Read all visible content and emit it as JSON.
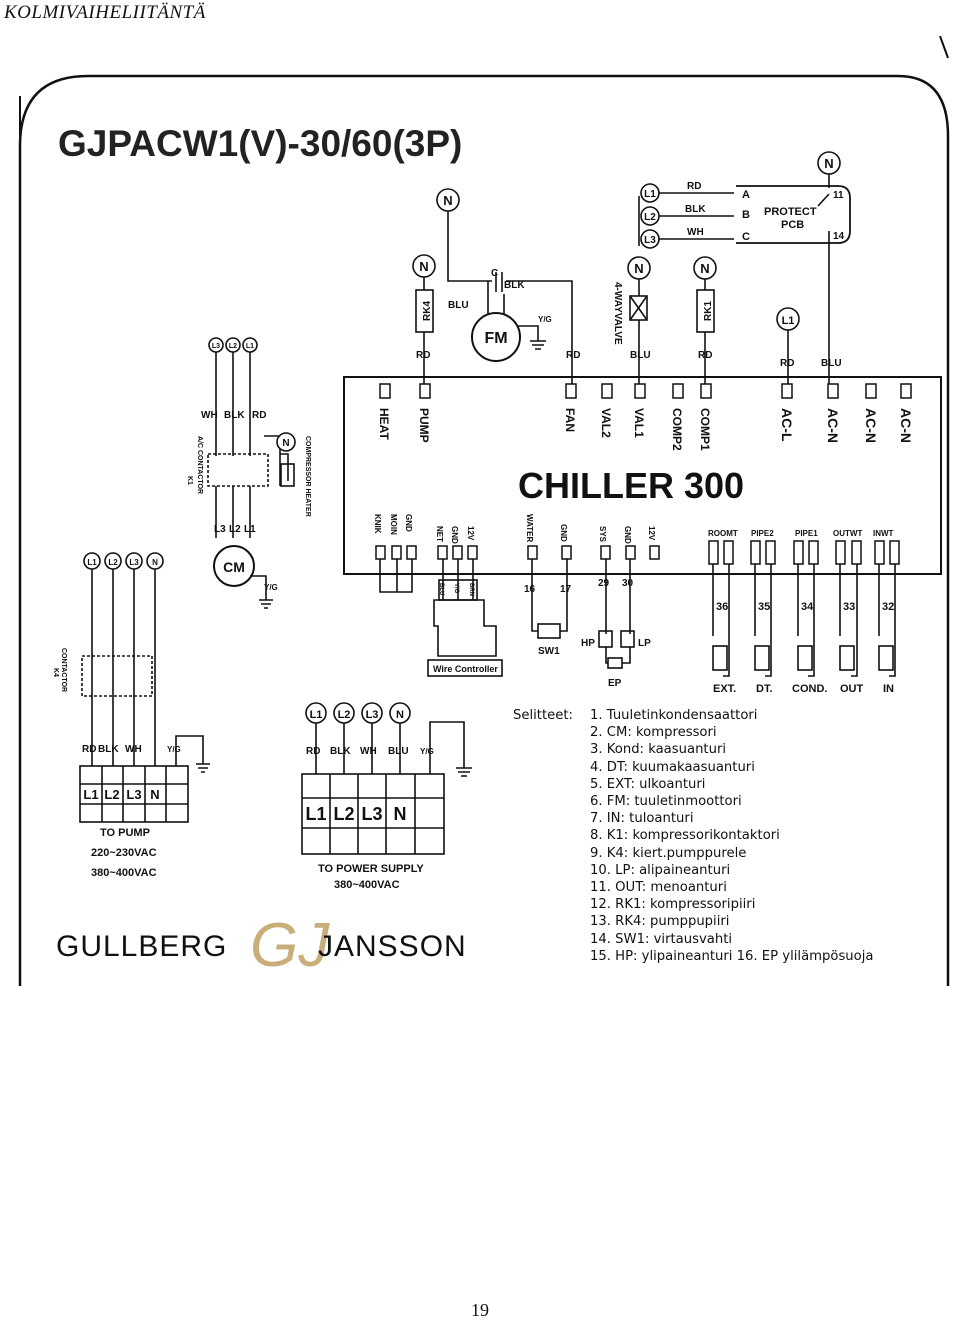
{
  "page": {
    "header": "KOLMIVAIHELIITÄNTÄ",
    "page_number": "19"
  },
  "diagram": {
    "title": "GJPACW1(V)-30/60(3P)",
    "controller": "CHILLER 300",
    "wire_controller": "Wire Controller",
    "brand": "GULLBERG",
    "brand2": "JANSSON",
    "brand_mark": "GJ",
    "top_terminals": [
      "HEAT",
      "PUMP",
      "FAN",
      "VAL2",
      "VAL1",
      "COMP2",
      "COMP1",
      "AC-L",
      "AC-N",
      "AC-N",
      "AC-N"
    ],
    "bottom_left_terminals": [
      "KNIK",
      "MOIN",
      "GND",
      "NET",
      "GND",
      "12V",
      "WATER",
      "GND",
      "SYS",
      "GND",
      "12V"
    ],
    "bottom_right_terminals": [
      "ROOMT",
      "PIPE2",
      "PIPE1",
      "OUTWT",
      "INWT"
    ],
    "sensor_numbers": [
      "36",
      "35",
      "34",
      "33",
      "32"
    ],
    "sensor_labels": [
      "EXT.",
      "DT.",
      "COND.",
      "OUT",
      "IN"
    ],
    "port_numbers": [
      "16",
      "17",
      "29",
      "30"
    ],
    "wire_colors": {
      "rd": "RD",
      "blk": "BLK",
      "wh": "WH",
      "blu": "BLU",
      "yg": "Y/G",
      "brn": "BRN"
    },
    "phases": {
      "l1": "L1",
      "l2": "L2",
      "l3": "L3",
      "n": "N"
    },
    "labels": {
      "rk4": "RK4",
      "rk1": "RK1",
      "cap": "C",
      "fm": "FM",
      "cm": "CM",
      "fourway": "4-WAYVALVE",
      "protect": "PROTECT",
      "pcb": "PCB",
      "a": "A",
      "b": "B",
      "c": "C",
      "p11": "11",
      "p14": "14",
      "ac_contactor": "A/C CONTACTOR",
      "k1": "K1",
      "comp_heater": "COMPRESSOR HEATER",
      "contactor": "CONTACTOR",
      "k4": "K4",
      "sw1": "SW1",
      "hp": "HP",
      "lp": "LP",
      "ep": "EP"
    },
    "pump_terminal": {
      "title": "TO PUMP",
      "v1": "220~230VAC",
      "v2": "380~400VAC"
    },
    "supply_terminal": {
      "title": "TO POWER SUPPLY",
      "v": "380~400VAC"
    }
  },
  "legend": {
    "heading": "Selitteet:",
    "items": [
      "1. Tuuletinkondensaattori",
      "2. CM: kompressori",
      "3. Kond: kaasuanturi",
      "4. DT: kuumakaasuanturi",
      "5. EXT: ulkoanturi",
      "6. FM: tuuletinmoottori",
      "7. IN: tuloanturi",
      "8. K1: kompressorikontaktori",
      "9. K4: kiert.pumppurele",
      "10. LP: alipaineanturi",
      "11. OUT: menoanturi",
      "12. RK1: kompressoripiiri",
      "13. RK4: pumppupiiri",
      "14. SW1: virtausvahti",
      "15. HP: ylipaineanturi 16. EP ylilämpösuoja"
    ]
  }
}
